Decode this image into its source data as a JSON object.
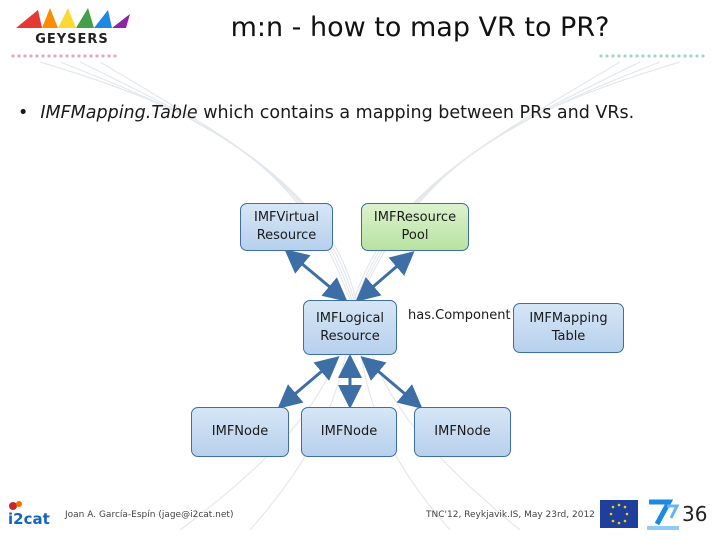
{
  "title": "m:n - how to map VR to PR?",
  "bullet": {
    "symbol": "•",
    "italic": "IMFMapping.Table",
    "rest": " which contains a mapping between PRs and VRs."
  },
  "diagram": {
    "nodes": {
      "virtual_resource": "IMFVirtual Resource",
      "resource_pool": "IMFResource Pool",
      "logical_resource": "IMFLogical Resource",
      "mapping_table": "IMFMapping Table",
      "node_left": "IMFNode",
      "node_center": "IMFNode",
      "node_right": "IMFNode"
    },
    "relation_label": "has.Component",
    "colors": {
      "blue_fill": "#c6dbf1",
      "green_fill": "#c9eab4",
      "border": "#3d6ea6",
      "arrow": "#3d6ea6"
    }
  },
  "footer": {
    "author": "Joan A. García-Espín (jage@i2cat.net)",
    "event": "TNC'12, Reykjavik.IS, May 23rd, 2012",
    "page_number": "36"
  },
  "logos": {
    "geysers": "GEYSERS",
    "i2cat": "i2cat"
  }
}
